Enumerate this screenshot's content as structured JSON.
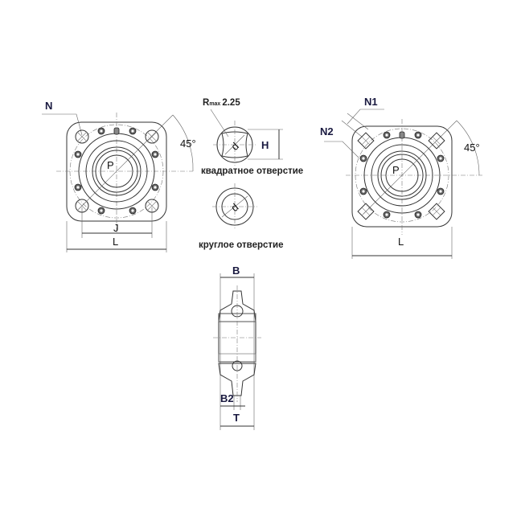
{
  "labels": {
    "left_view": {
      "n": "N",
      "angle": "45°",
      "p": "P",
      "j": "J",
      "l": "L"
    },
    "square_hole": {
      "rmax_prefix": "R",
      "rmax_sub": "max",
      "rmax_value": "2.25",
      "d1": "d",
      "h": "H",
      "caption": "квадратное отверстие"
    },
    "round_hole": {
      "d": "d",
      "caption": "круглое отверстие"
    },
    "right_view": {
      "n1": "N1",
      "n2": "N2",
      "angle": "45°",
      "p": "P",
      "l": "L"
    },
    "side_view": {
      "b": "B",
      "b2": "B2",
      "t": "T"
    }
  }
}
